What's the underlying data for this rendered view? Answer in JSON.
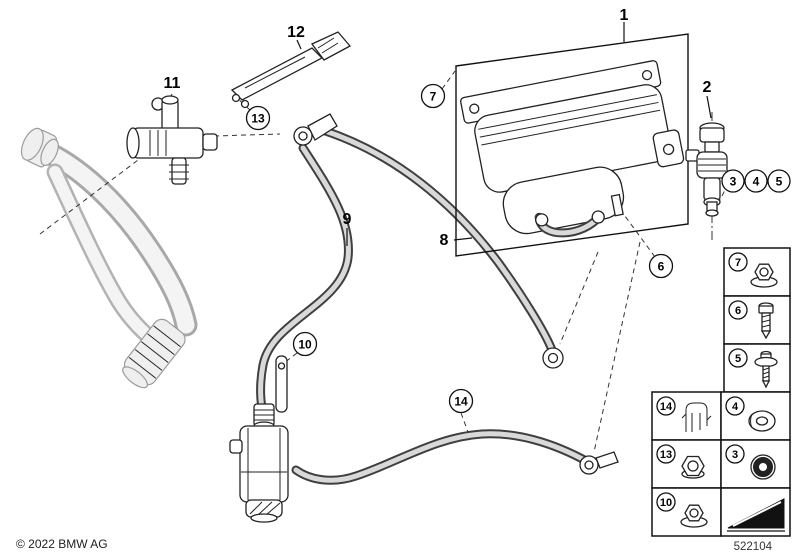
{
  "footer": {
    "copyright": "© 2022 BMW AG",
    "diagram_number": "522104"
  },
  "callouts": {
    "n1": "1",
    "n2": "2",
    "n3": "3",
    "n4": "4",
    "n5": "5",
    "n6": "6",
    "n7": "7",
    "n8": "8",
    "n9": "9",
    "n10": "10",
    "n11": "11",
    "n12": "12",
    "n13": "13",
    "n14": "14"
  },
  "legend": {
    "rows": [
      {
        "label": "7",
        "icon": "flange-nut-icon"
      },
      {
        "label": "6",
        "icon": "hex-bolt-icon"
      },
      {
        "label": "5",
        "icon": "tapping-screw-icon"
      },
      {
        "label": "14",
        "icon": "retaining-clip-icon"
      },
      {
        "label": "4",
        "icon": "grommet-icon"
      },
      {
        "label": "13",
        "icon": "hex-nut-icon"
      },
      {
        "label": "3",
        "icon": "rubber-grommet-icon"
      },
      {
        "label": "10",
        "icon": "flange-nut-icon"
      },
      {
        "label": "",
        "icon": "wedge-icon"
      }
    ]
  }
}
